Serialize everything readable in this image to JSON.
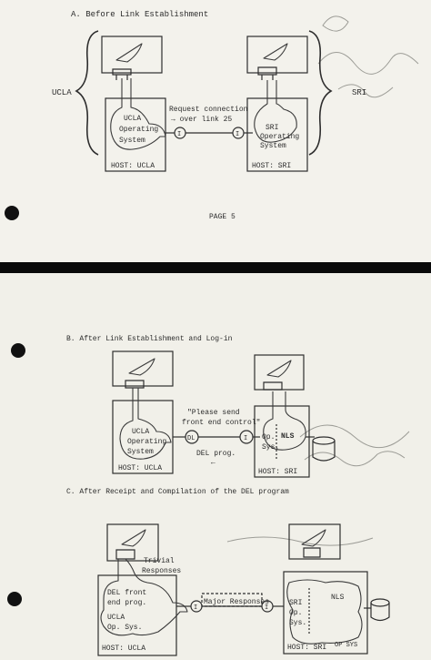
{
  "sections": {
    "a": {
      "caption": "A.  Before Link Establishment",
      "left_site": "UCLA",
      "right_site": "SRI",
      "left_os": [
        "UCLA",
        "Operating",
        "System"
      ],
      "right_os": [
        "SRI",
        "Operating",
        "System"
      ],
      "left_host": "HOST:  UCLA",
      "right_host": "HOST:  SRI",
      "message": [
        "Request connection",
        "→ over link 25"
      ],
      "node_left": "I",
      "node_right": "I"
    },
    "b": {
      "caption": "B.  After Link Establishment and Log-in",
      "left_os": [
        "UCLA",
        "Operating",
        "System"
      ],
      "right_os": [
        "Op.",
        "Sys."
      ],
      "nls": "NLS",
      "left_host": "HOST:  UCLA",
      "right_host": "HOST:  SRI",
      "message": [
        "\"Please send",
        "front end control\""
      ],
      "program": "DEL prog.",
      "node_left": "DL",
      "node_right": "I"
    },
    "c": {
      "caption": "C.  After Receipt and Compilation of the DEL program",
      "trivial": [
        "Trivial",
        "Responses"
      ],
      "left_prog": [
        "DEL front",
        "end prog."
      ],
      "left_os": [
        "UCLA",
        "Op. Sys."
      ],
      "right_os": [
        "SRI",
        "Op.",
        "Sys."
      ],
      "nls": "NLS",
      "major": "Major Responses",
      "left_host": "HOST:  UCLA",
      "right_host": "HOST:  SRI",
      "node_left": "I",
      "node_right": "I",
      "side_tag": "OP SYS"
    }
  },
  "page_label": "PAGE 5"
}
